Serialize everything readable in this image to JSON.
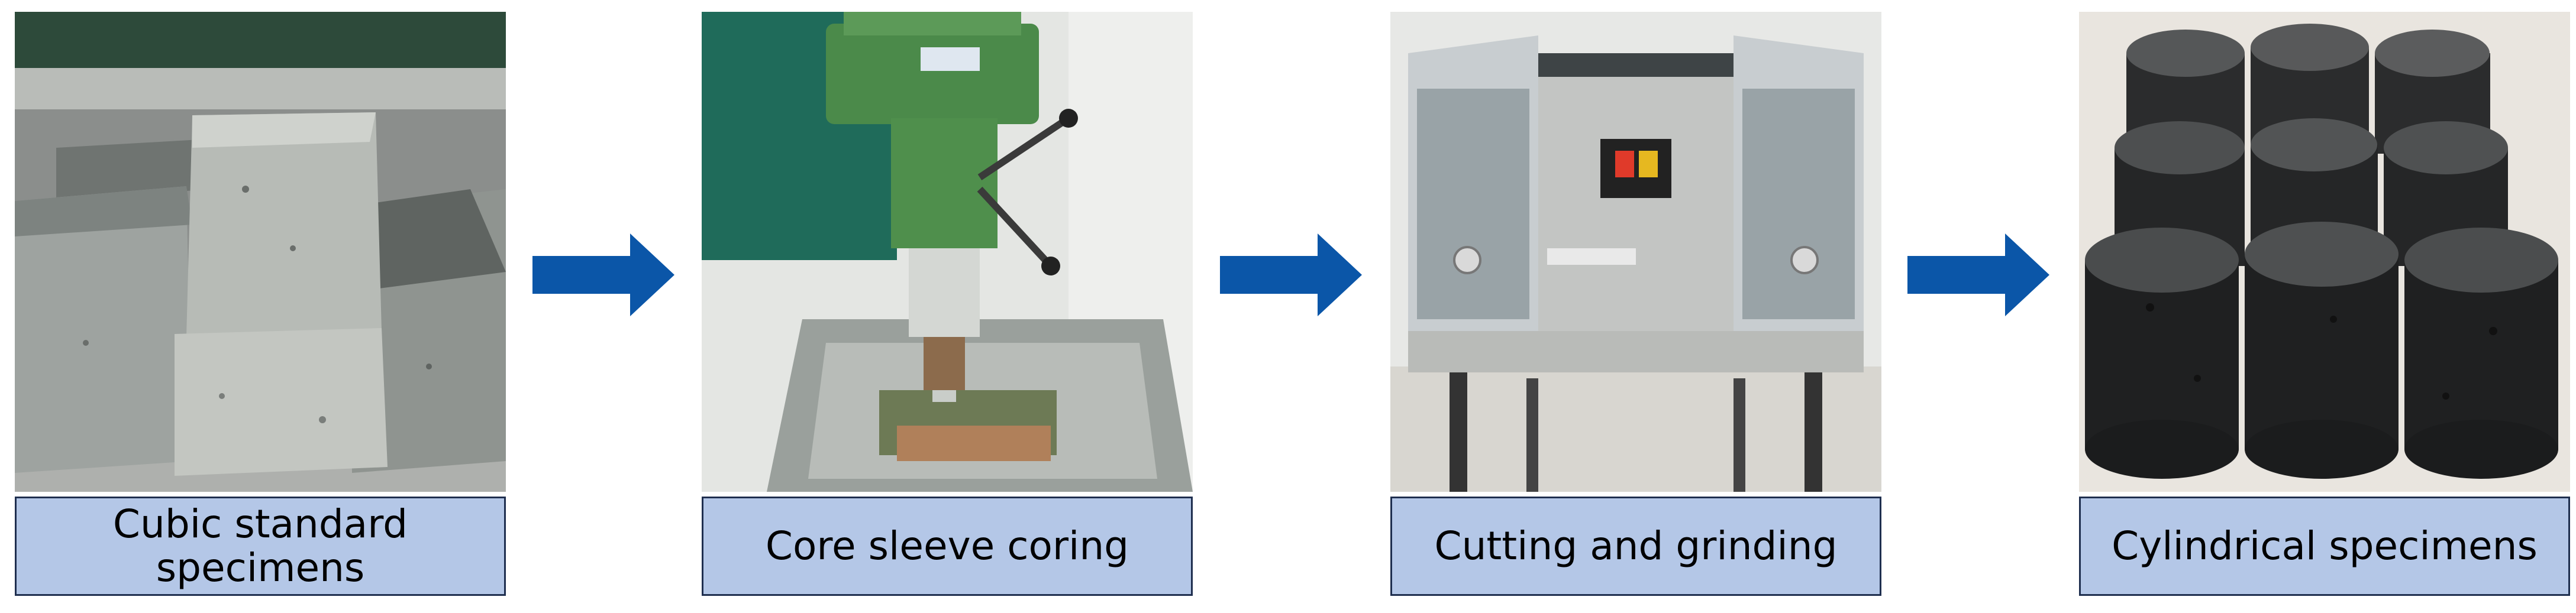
{
  "steps": [
    {
      "caption": "Cubic standard specimens",
      "photo_icon": "concrete-cubes-photo"
    },
    {
      "caption": "Core sleeve coring",
      "photo_icon": "drill-press-photo"
    },
    {
      "caption": "Cutting and grinding",
      "photo_icon": "grinding-machine-photo"
    },
    {
      "caption": "Cylindrical specimens",
      "photo_icon": "cylinder-specimens-photo"
    }
  ],
  "arrow_color": "#0b56a8",
  "caption_fill": "#b4c7e7",
  "caption_border": "#1f2f4f"
}
